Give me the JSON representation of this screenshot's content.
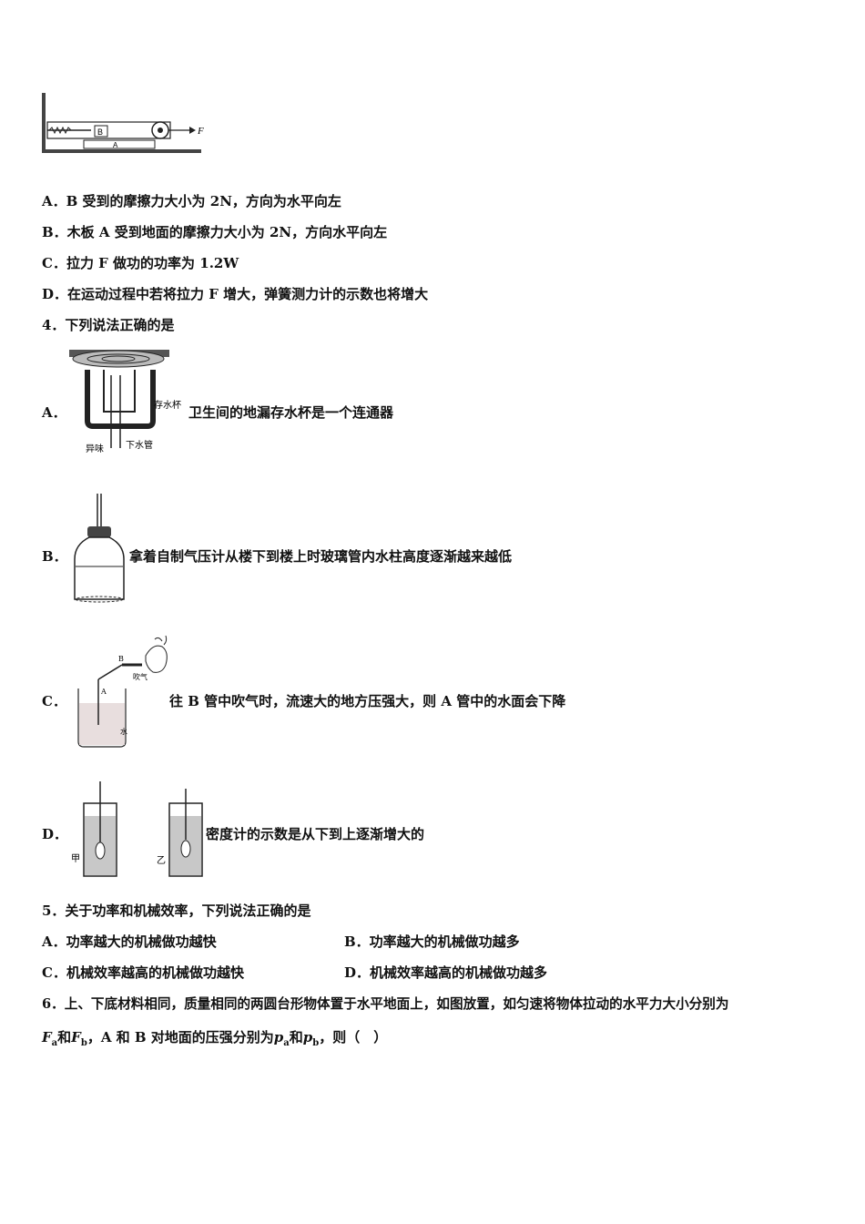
{
  "q3": {
    "figure_label_F": "F",
    "figure_label_A": "A",
    "figure_label_B": "B",
    "options": [
      "A．B 受到的摩擦力大小为 2N，方向为水平向左",
      "B．木板 A 受到地面的摩擦力大小为 2N，方向水平向左",
      "C．拉力 F 做功的功率为 1.2W",
      "D．在运动过程中若将拉力 F 增大，弹簧测力计的示数也将增大"
    ]
  },
  "q4": {
    "stem": "4．下列说法正确的是",
    "options": [
      {
        "letter": "A．",
        "text": "卫生间的地漏存水杯是一个连通器",
        "fig_labels": [
          "存水杯",
          "异味",
          "下水管"
        ]
      },
      {
        "letter": "B．",
        "text": "拿着自制气压计从楼下到楼上时玻璃管内水柱高度逐渐越来越低"
      },
      {
        "letter": "C．",
        "text": "往 B 管中吹气时，流速大的地方压强大，则 A 管中的水面会下降",
        "fig_labels": [
          "B",
          "A",
          "吹气",
          "水"
        ]
      },
      {
        "letter": "D．",
        "text": "密度计的示数是从下到上逐渐增大的",
        "fig_labels": [
          "甲",
          "乙"
        ]
      }
    ]
  },
  "q5": {
    "stem": "5．关于功率和机械效率，下列说法正确的是",
    "options": [
      "A．功率越大的机械做功越快",
      "B．功率越大的机械做功越多",
      "C．机械效率越高的机械做功越快",
      "D．机械效率越高的机械做功越多"
    ]
  },
  "q6": {
    "stem_line1": "6．上、下底材料相同，质量相同的两圆台形物体置于水平地面上，如图放置，如匀速将物体拉动的水平力大小分别为",
    "F": "F",
    "sub_a": "a",
    "and1": "和",
    "sub_b": "b",
    "mid": "，A 和 B 对地面的压强分别为",
    "p": "p",
    "and2": "和",
    "tail": "，则（　）"
  }
}
